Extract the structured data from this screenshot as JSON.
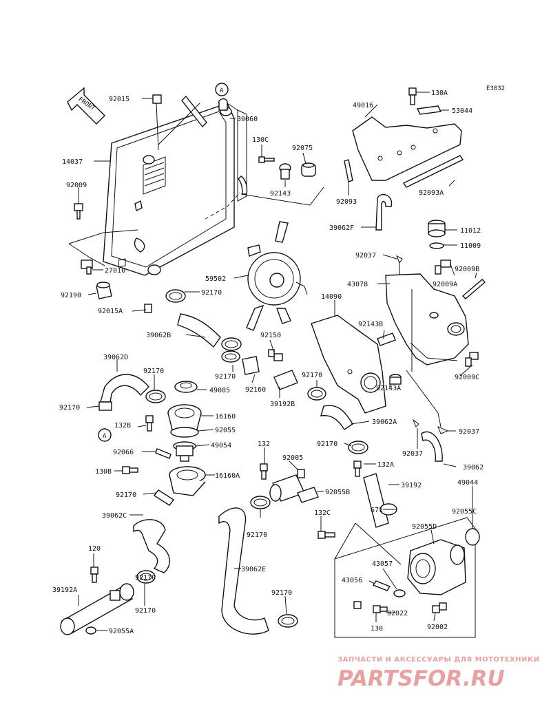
{
  "figure": {
    "ref_code": "E3032",
    "front_label": "FRONT",
    "circle_marker": "A"
  },
  "watermark": {
    "line1": "ЗАПЧАСТИ И АКСЕССУАРЫ ДЛЯ МОТОТЕХНИКИ",
    "line2": "PARTSFOR.RU",
    "color": "#e8a0a0"
  },
  "parts": {
    "p92015": "92015",
    "p39060": "39060",
    "p14037": "14037",
    "p130C": "130C",
    "p92075": "92075",
    "p92009": "92009",
    "p92143": "92143",
    "p27010": "27010",
    "p92190": "92190",
    "p92015A": "92015A",
    "p92170_fan": "92170",
    "p59502": "59502",
    "p39062B": "39062B",
    "p92150": "92150",
    "p92170_mid": "92170",
    "p92160": "92160",
    "p39192B": "39192B",
    "p92170_mid2": "92170",
    "p49016": "49016",
    "p130A": "130A",
    "p53044": "53044",
    "p92093": "92093",
    "p92093A": "92093A",
    "p39062F": "39062F",
    "p11012": "11012",
    "p11009": "11009",
    "p92037_top": "92037",
    "p43078": "43078",
    "p92009B": "92009B",
    "p92009A": "92009A",
    "p14090": "14090",
    "p92143B": "92143B",
    "p92009C": "92009C",
    "p92143A": "92143A",
    "p39062A": "39062A",
    "p92037_right": "92037",
    "p92037_mid": "92037",
    "p39062": "39062",
    "p39062D": "39062D",
    "p92170_left1": "92170",
    "p49085": "49085",
    "p92170_left2": "92170",
    "p16160": "16160",
    "p132B": "132B",
    "p92055": "92055",
    "p49054": "49054",
    "p92066": "92066",
    "p130B": "130B",
    "p16160A": "16160A",
    "p92170_left3": "92170",
    "p132": "132",
    "p92005": "92005",
    "p92170_ctr": "92170",
    "p132A": "132A",
    "p92055B": "92055B",
    "p39192": "39192",
    "p49044": "49044",
    "p671": "671",
    "p92055C": "92055C",
    "p132C": "132C",
    "p92055D": "92055D",
    "p39062C": "39062C",
    "p92170_bot": "92170",
    "p39062E": "39062E",
    "p43057": "43057",
    "p43056": "43056",
    "p92022": "92022",
    "p130": "130",
    "p92002": "92002",
    "p120": "120",
    "p39192A": "39192A",
    "p92170_bl": "92170",
    "p92055A": "92055A",
    "p92170_br": "92170"
  }
}
